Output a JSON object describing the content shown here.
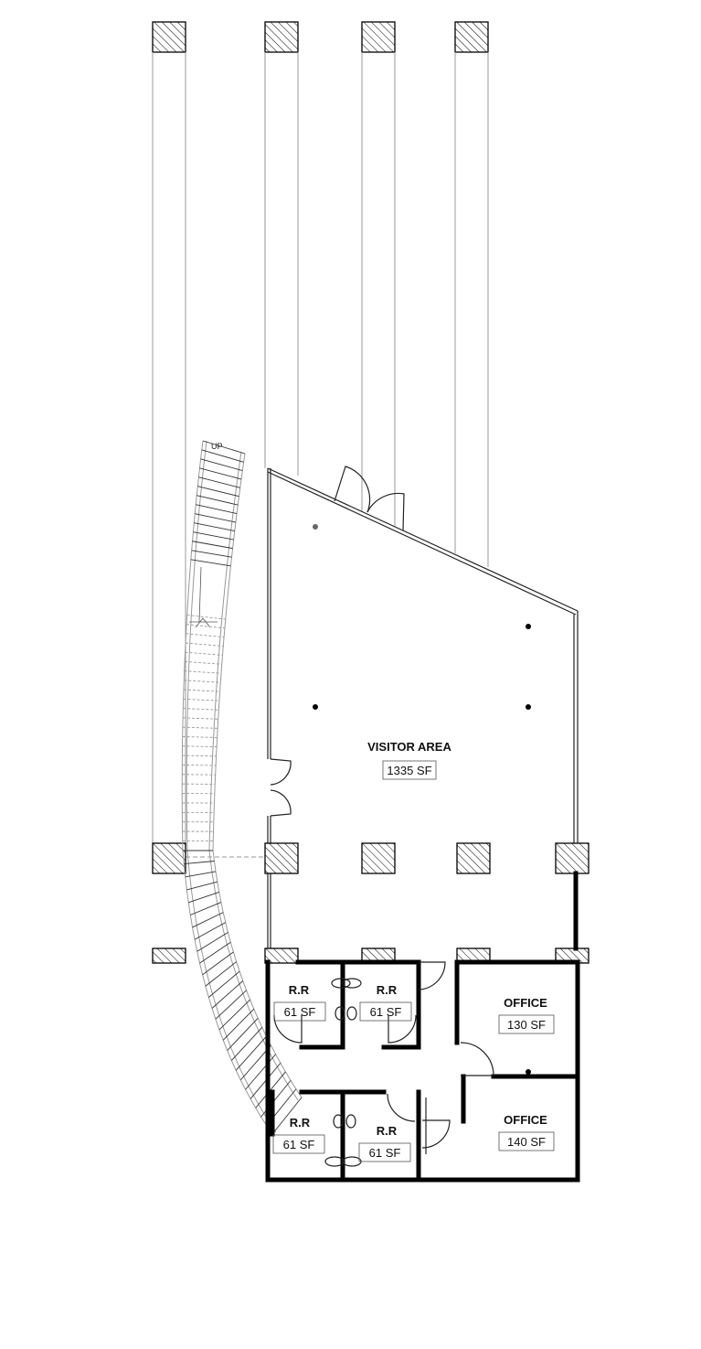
{
  "rooms": [
    {
      "name": "VISITOR AREA",
      "area": "1335 SF"
    },
    {
      "name": "OFFICE",
      "area": "130 SF"
    },
    {
      "name": "OFFICE",
      "area": "140 SF"
    },
    {
      "name": "R.R",
      "area": "61 SF"
    },
    {
      "name": "R.R",
      "area": "61 SF"
    },
    {
      "name": "R.R",
      "area": "61 SF"
    },
    {
      "name": "R.R",
      "area": "61 SF"
    }
  ],
  "stair": {
    "label": "UP"
  }
}
